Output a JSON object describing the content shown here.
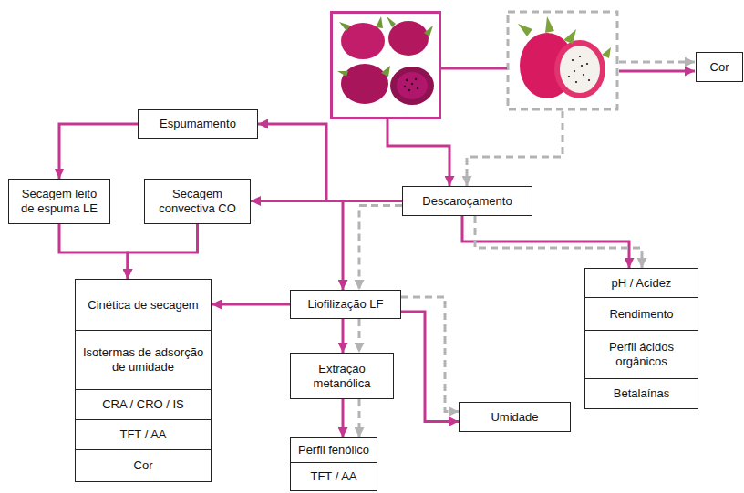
{
  "diagram": {
    "nodes": [
      {
        "text": [
          "Cor"
        ]
      },
      {
        "text": [
          "Espumamento"
        ]
      },
      {
        "text": [
          "Secagem leito de espuma LE"
        ]
      },
      {
        "text": [
          "Secagem convectiva CO"
        ]
      },
      {
        "text": [
          "Descaroçamento"
        ]
      },
      {
        "text": [
          "pH / Acidez"
        ]
      },
      {
        "text": [
          "Rendimento"
        ]
      },
      {
        "text": [
          "Perfil ácidos orgânicos"
        ]
      },
      {
        "text": [
          "Betalaínas"
        ]
      },
      {
        "text": [
          "Cinética de secagem"
        ]
      },
      {
        "text": [
          "Isotermas de adsorção de umidade"
        ]
      },
      {
        "text": [
          "CRA / CRO / IS"
        ]
      },
      {
        "text": [
          "TFT / AA"
        ]
      },
      {
        "text": [
          "Cor"
        ]
      },
      {
        "text": [
          "Liofilização LF"
        ]
      },
      {
        "text": [
          "Extração metanólica"
        ]
      },
      {
        "text": [
          "Umidade"
        ]
      },
      {
        "text": [
          "Perfil fenólico"
        ]
      },
      {
        "text": [
          "TFT / AA"
        ]
      }
    ],
    "edges": [
      {
        "from": 4,
        "to": 1,
        "arrow": "to"
      },
      {
        "from": 4,
        "to": 3,
        "arrow": "to"
      },
      {
        "from": 4,
        "to": 14,
        "arrow": "to"
      },
      {
        "from": 4,
        "to": 14,
        "arrow": "to"
      },
      {
        "from": 4,
        "to": 5,
        "arrow": "to"
      },
      {
        "from": 4,
        "to": 5,
        "arrow": "to"
      },
      {
        "from": 1,
        "to": 2,
        "arrow": "to"
      },
      {
        "from": 2,
        "to": 9,
        "arrow": "to"
      },
      {
        "from": 3,
        "to": 9,
        "arrow": "to"
      },
      {
        "from": 14,
        "to": 9,
        "arrow": "to"
      },
      {
        "from": 14,
        "to": 15,
        "arrow": "to"
      },
      {
        "from": 14,
        "to": 15,
        "arrow": "to"
      },
      {
        "from": 14,
        "to": 16,
        "arrow": "to"
      },
      {
        "from": 14,
        "to": 16,
        "arrow": "to"
      },
      {
        "from": 15,
        "to": 17,
        "arrow": "to"
      },
      {
        "from": 15,
        "to": 17,
        "arrow": "to"
      }
    ]
  }
}
